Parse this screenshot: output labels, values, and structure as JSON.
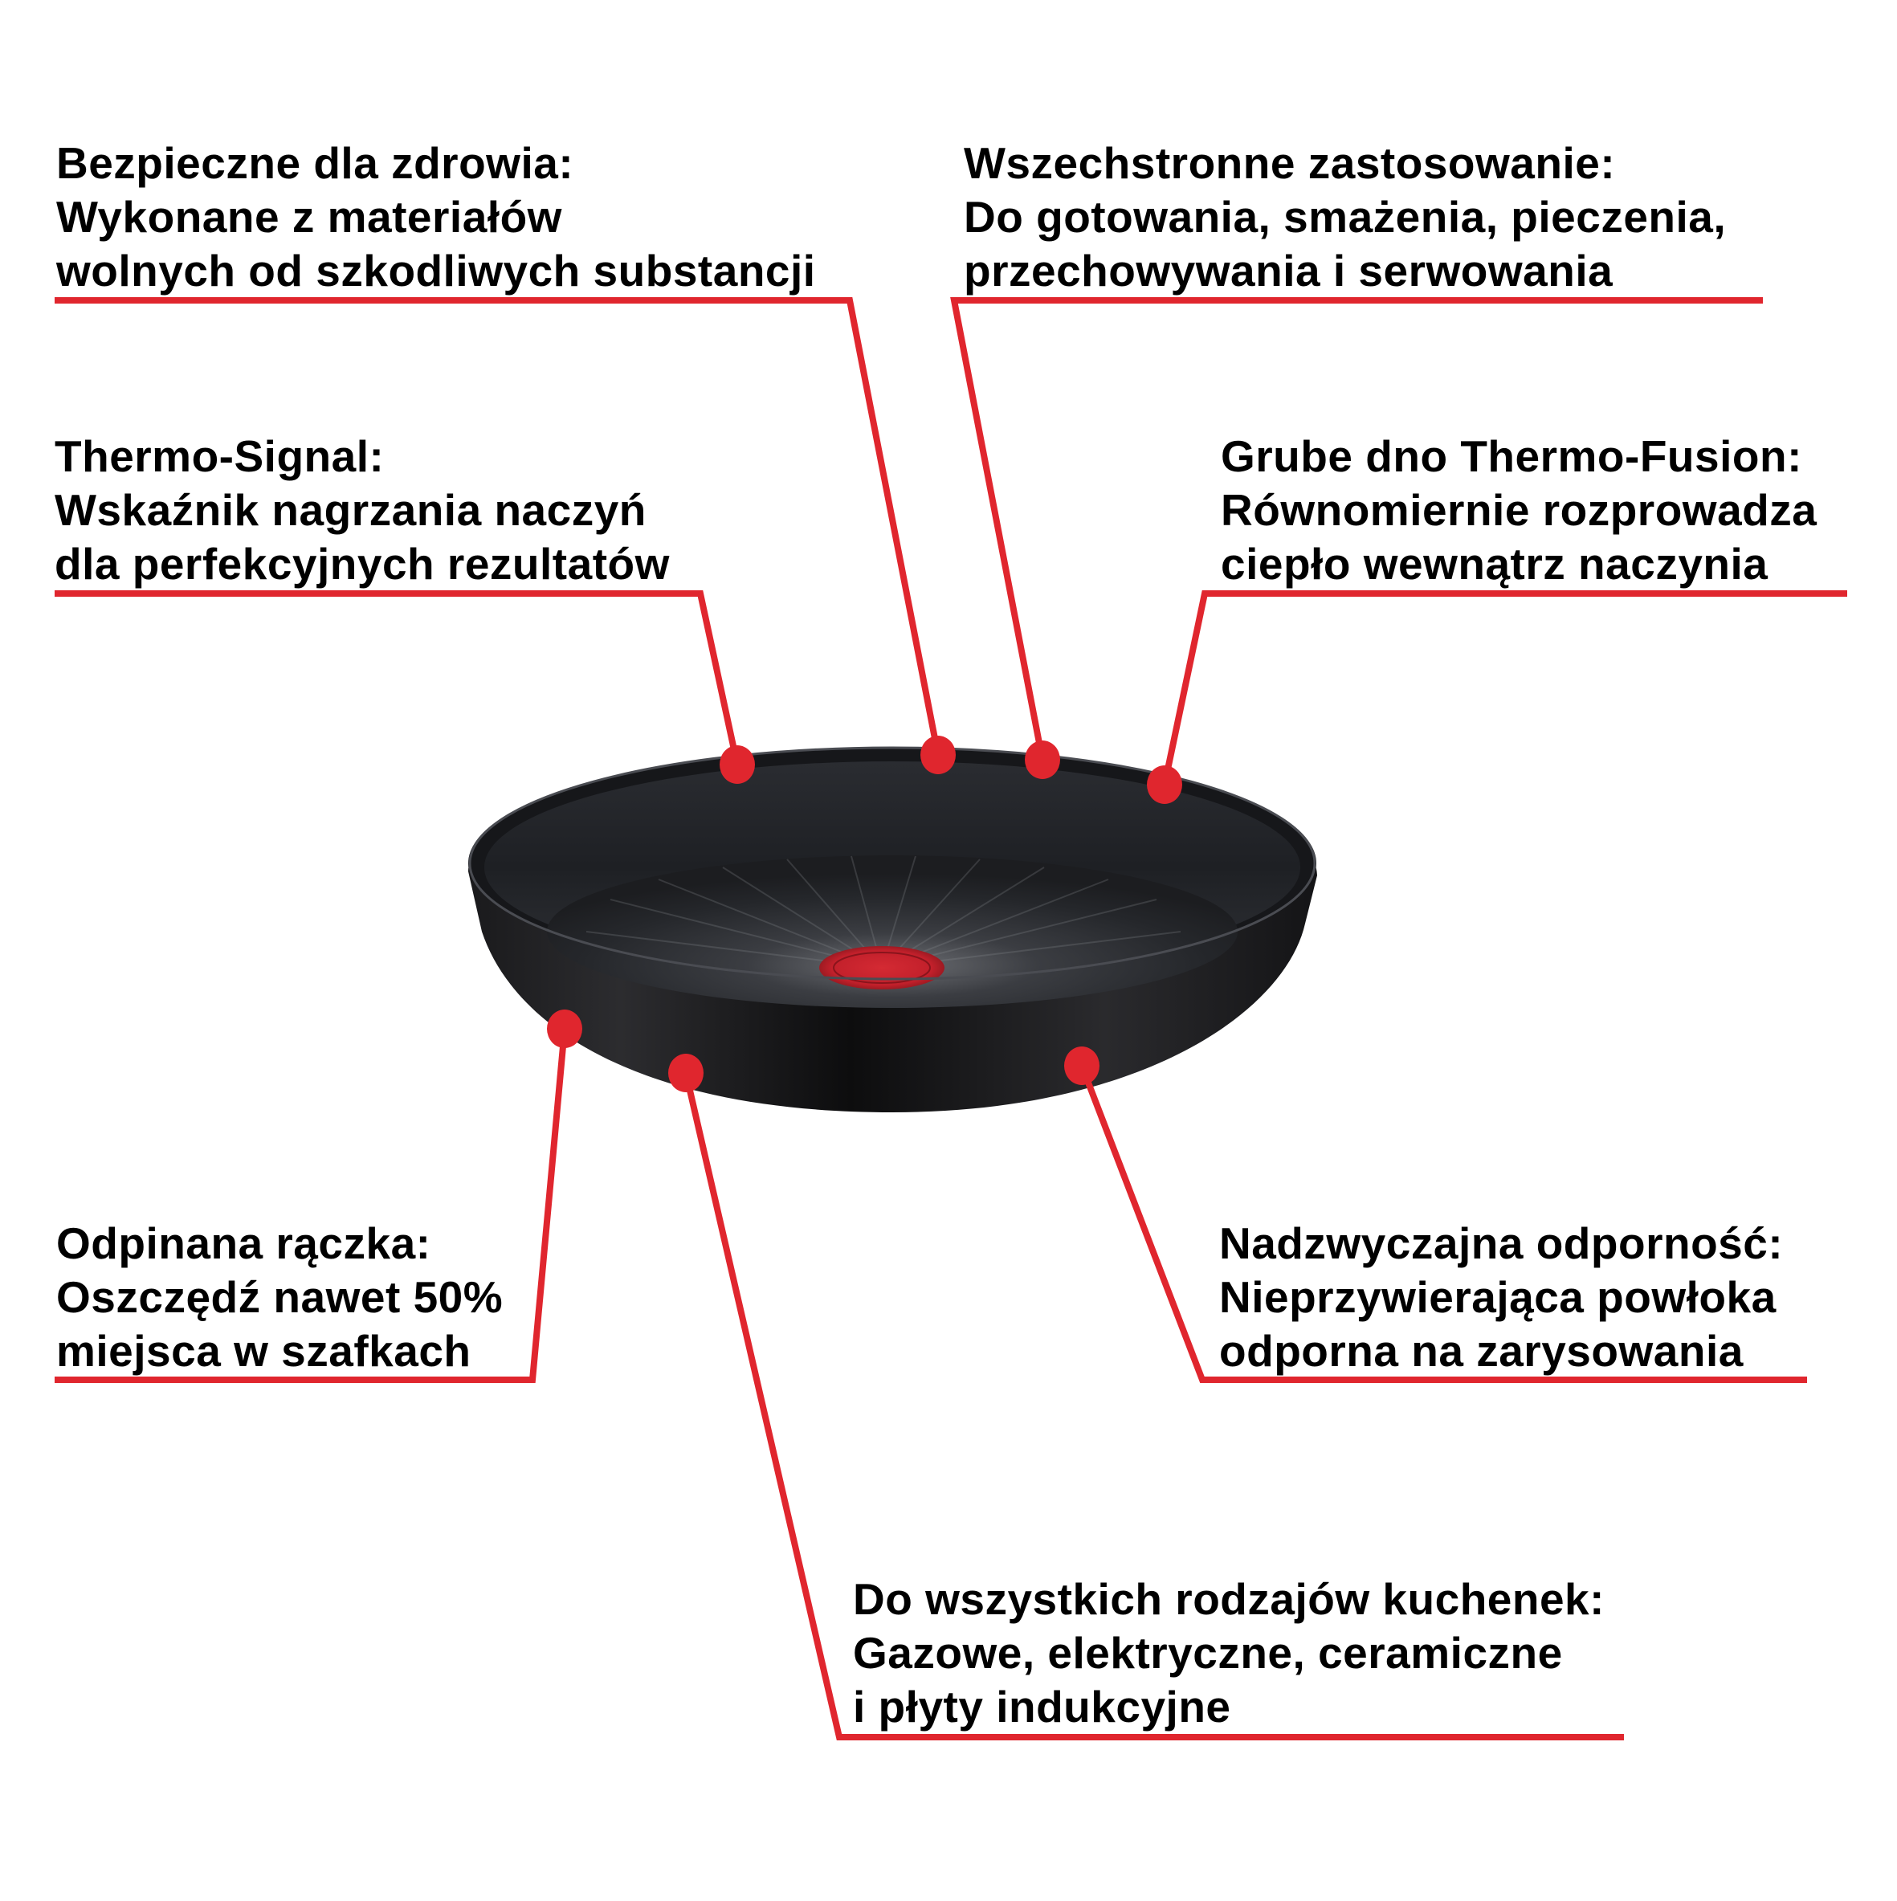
{
  "accent_color": "#E0262E",
  "text_color": "#000000",
  "product": {
    "name": "frying-pan",
    "thermo_spot_color": "#C81E2A"
  },
  "features": [
    {
      "id": "health-safe",
      "title": "Bezpieczne dla zdrowia:",
      "lines": [
        "Wykonane z materiałów",
        "wolnych od szkodliwych substancji"
      ]
    },
    {
      "id": "versatile",
      "title": "Wszechstronne zastosowanie:",
      "lines": [
        "Do gotowania, smażenia, pieczenia,",
        "przechowywania i serwowania"
      ]
    },
    {
      "id": "thermo-signal",
      "title": "Thermo-Signal:",
      "lines": [
        "Wskaźnik nagrzania naczyń",
        "dla perfekcyjnych rezultatów"
      ]
    },
    {
      "id": "thermo-fusion",
      "title": "Grube dno Thermo-Fusion:",
      "lines": [
        "Równomiernie rozprowadza",
        "ciepło wewnątrz naczynia"
      ]
    },
    {
      "id": "detachable-handle",
      "title": "Odpinana rączka:",
      "lines": [
        "Oszczędź nawet 50%",
        "miejsca w szafkach"
      ]
    },
    {
      "id": "durability",
      "title": "Nadzwyczajna odporność:",
      "lines": [
        "Nieprzywierająca powłoka",
        "odporna na zarysowania"
      ]
    },
    {
      "id": "all-hobs",
      "title": "Do wszystkich rodzajów kuchenek:",
      "lines": [
        "Gazowe, elektryczne, ceramiczne",
        "i płyty indukcyjne"
      ]
    }
  ]
}
